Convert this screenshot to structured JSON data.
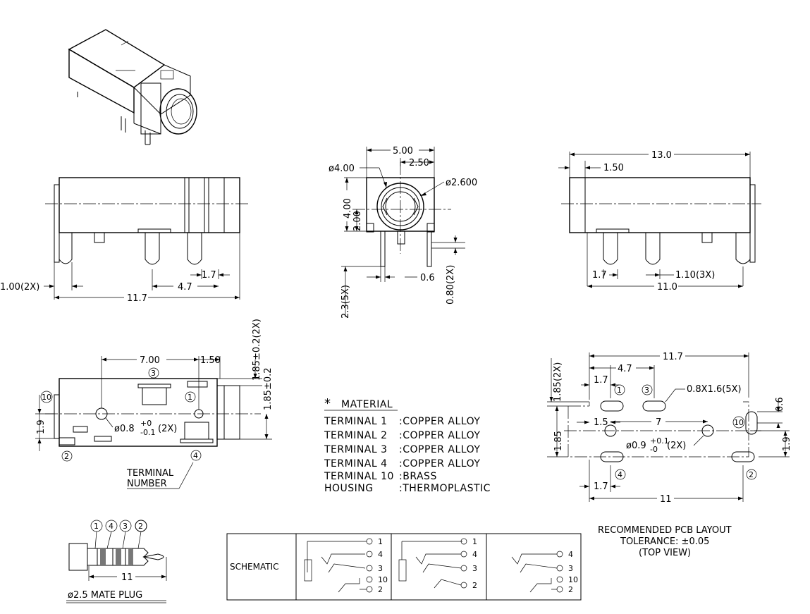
{
  "dims": {
    "top_width": "5.00",
    "top_half": "2.50",
    "top_d_outer": "ø4.00",
    "top_d_inner": "ø2.600",
    "top_height": "4.00",
    "top_center": "2.00",
    "top_pin_len": "2.3(5X)",
    "top_pin_w": "0.6",
    "top_pin_t": "0.80(2X)",
    "left_side_pin_w": "1.00(2X)",
    "left_len": "11.7",
    "left_47": "4.7",
    "left_17": "1.7",
    "right_len": "13.0",
    "right_150": "1.50",
    "right_17": "1.7",
    "right_110": "1.10(3X)",
    "right_110_total": "11.0",
    "bot_700": "7.00",
    "bot_150": "1.50",
    "bot_185_2x": "1.85±0.2(2X)",
    "bot_185": "1.85±0.2",
    "bot_19": "1.9",
    "bot_hole": "ø0.8",
    "bot_hole_tol_up": "+0",
    "bot_hole_tol_dn": "-0.1",
    "bot_hole_qty": "(2X)",
    "terminal_number": [
      "TERMINAL",
      "NUMBER"
    ],
    "pcb_117": "11.7",
    "pcb_47": "4.7",
    "pcb_17_top": "1.7",
    "pcb_185_2x": "1.85(2X)",
    "pcb_slot": "0.8X1.6(5X)",
    "pcb_06": "0.6",
    "pcb_15": "1.5",
    "pcb_7": "7",
    "pcb_185": "1.85",
    "pcb_19": "1.9",
    "pcb_hole": "ø0.9",
    "pcb_hole_tol_up": "+0.1",
    "pcb_hole_tol_dn": "-0",
    "pcb_hole_qty": "(2X)",
    "pcb_17_bot": "1.7",
    "pcb_11": "11",
    "plug_11": "11"
  },
  "pin_labels": [
    "1",
    "2",
    "3",
    "4",
    "10"
  ],
  "material": {
    "title": "MATERIAL",
    "rows": [
      {
        "part": "TERMINAL  1",
        "value": ":COPPER  ALLOY"
      },
      {
        "part": "TERMINAL  2",
        "value": ":COPPER  ALLOY"
      },
      {
        "part": "TERMINAL  3",
        "value": ":COPPER  ALLOY"
      },
      {
        "part": "TERMINAL  4",
        "value": ":COPPER  ALLOY"
      },
      {
        "part": "TERMINAL  10",
        "value": ":BRASS"
      },
      {
        "part": "HOUSING",
        "value": ":THERMOPLASTIC"
      }
    ]
  },
  "pcb_note": [
    "RECOMMENDED  PCB  LAYOUT",
    "TOLERANCE: ±0.05",
    "(TOP  VIEW)"
  ],
  "plug_caption": "ø2.5  MATE  PLUG",
  "schematic_label": "SCHEMATIC"
}
